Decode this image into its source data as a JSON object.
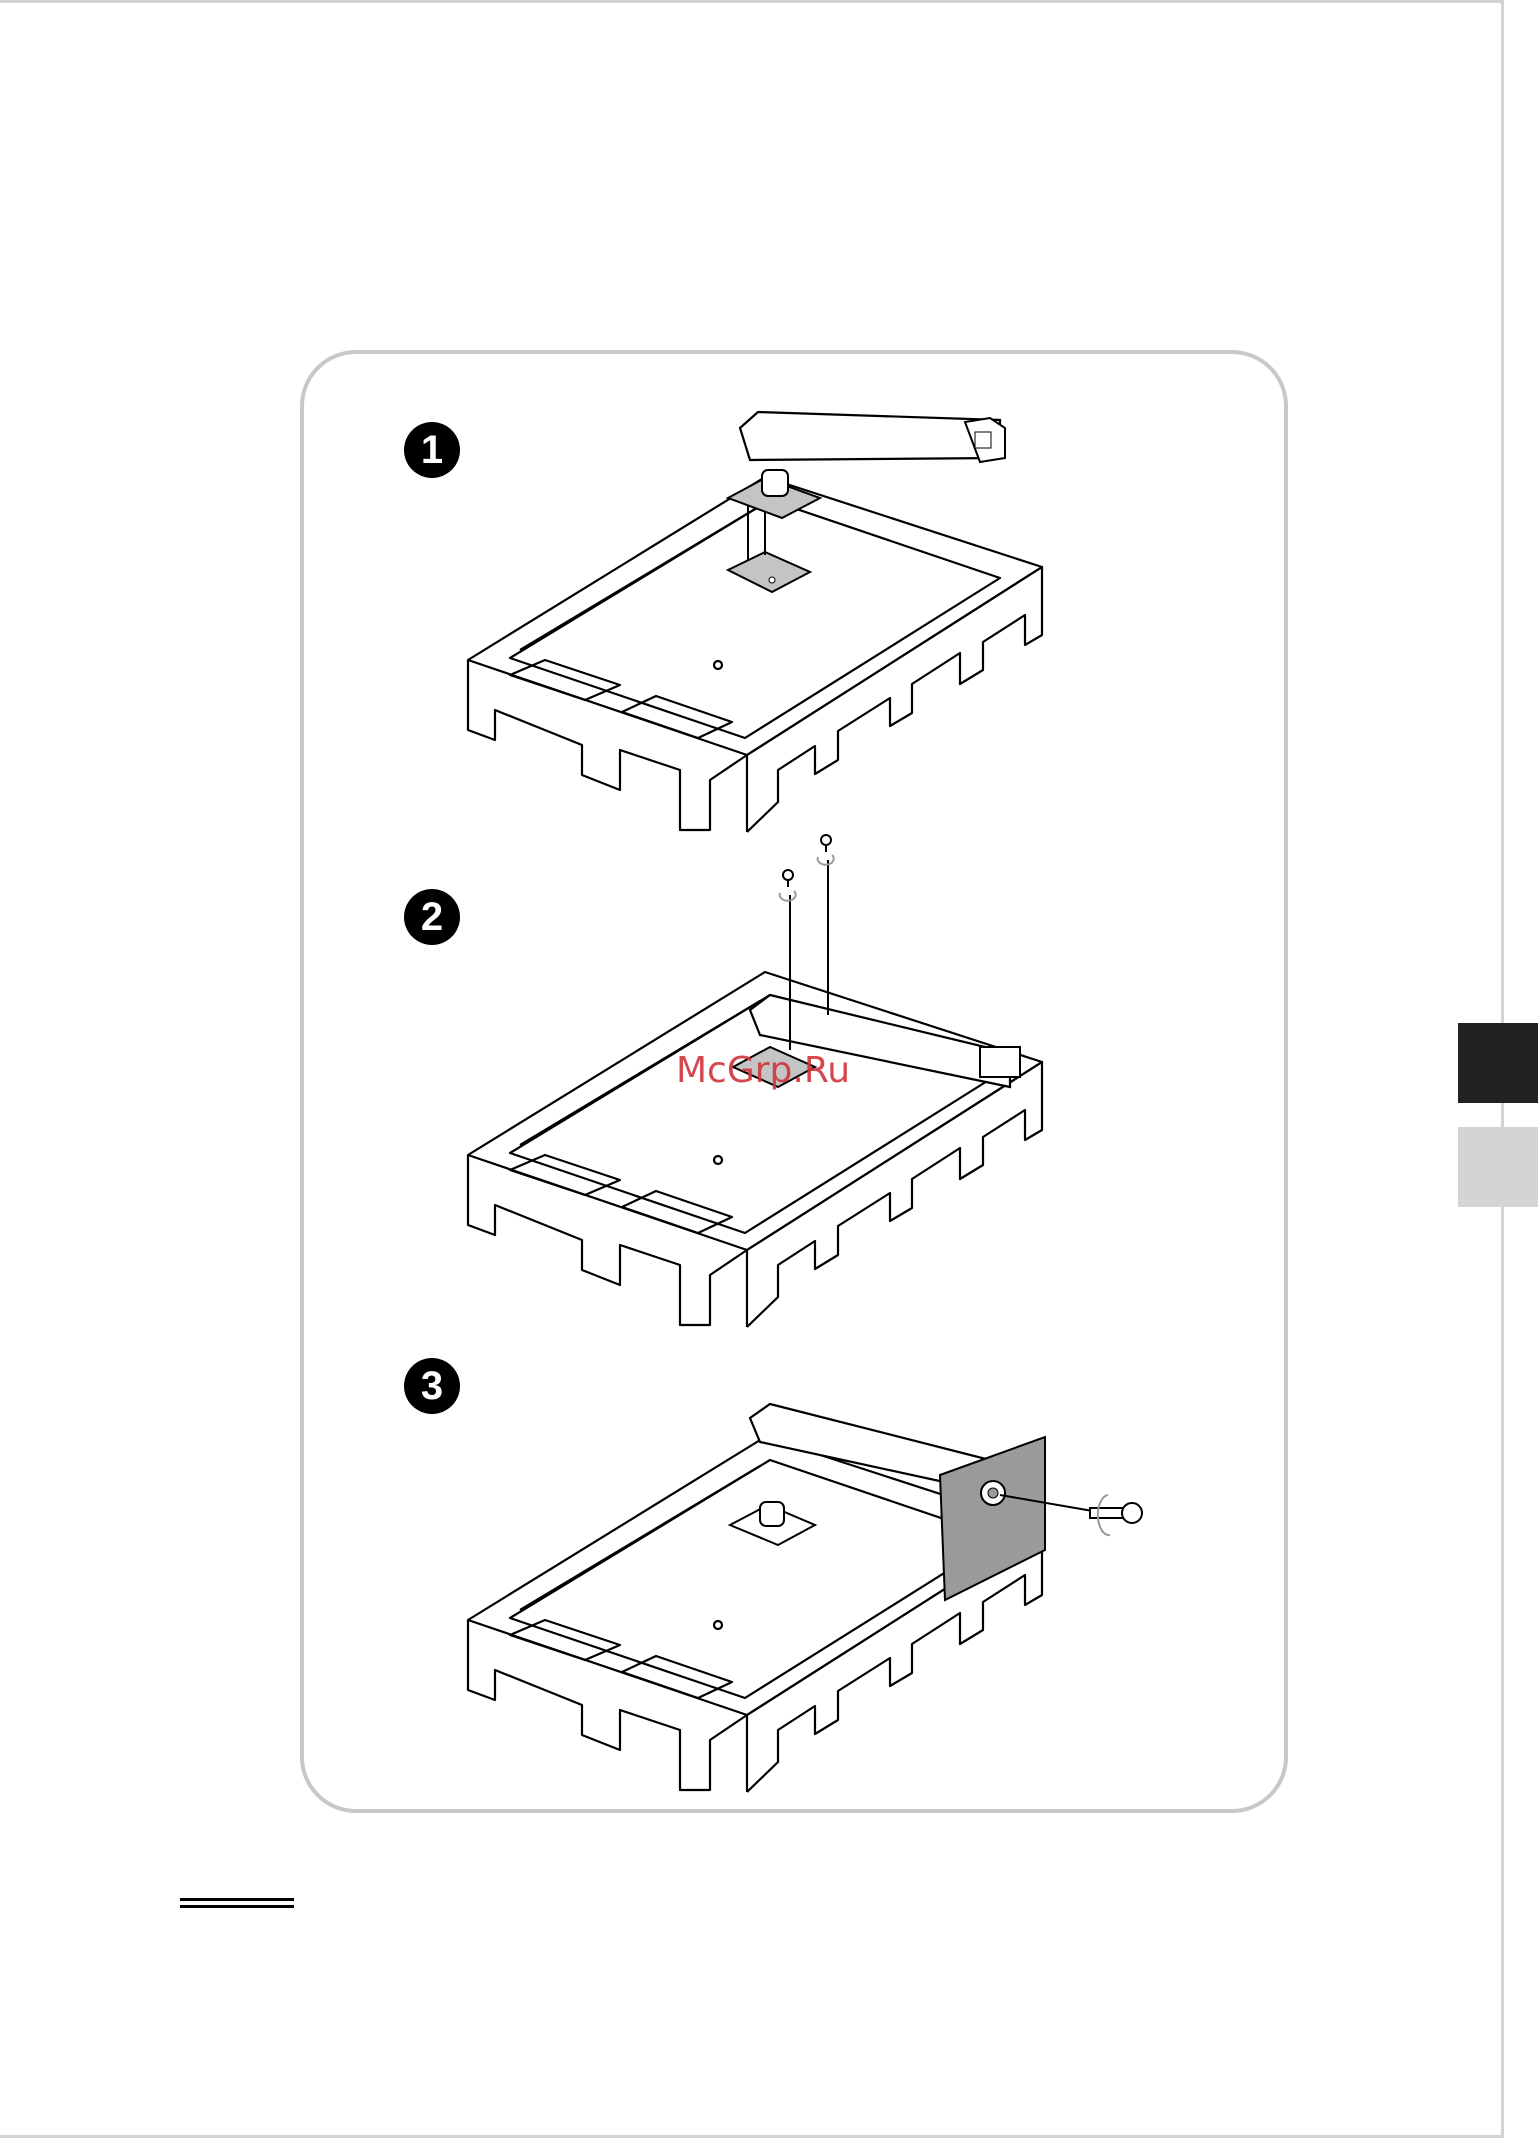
{
  "steps": [
    {
      "number": "1"
    },
    {
      "number": "2"
    },
    {
      "number": "3"
    }
  ],
  "watermark": "McGrp.Ru",
  "colors": {
    "frame_border": "#c8c8c8",
    "part_gray": "#c4c4c4",
    "watermark": "#d0343a",
    "tab_active": "#222222",
    "tab_inactive": "#d4d4d4"
  },
  "icons": [
    "screw-icon",
    "rotate-arrow-icon"
  ]
}
